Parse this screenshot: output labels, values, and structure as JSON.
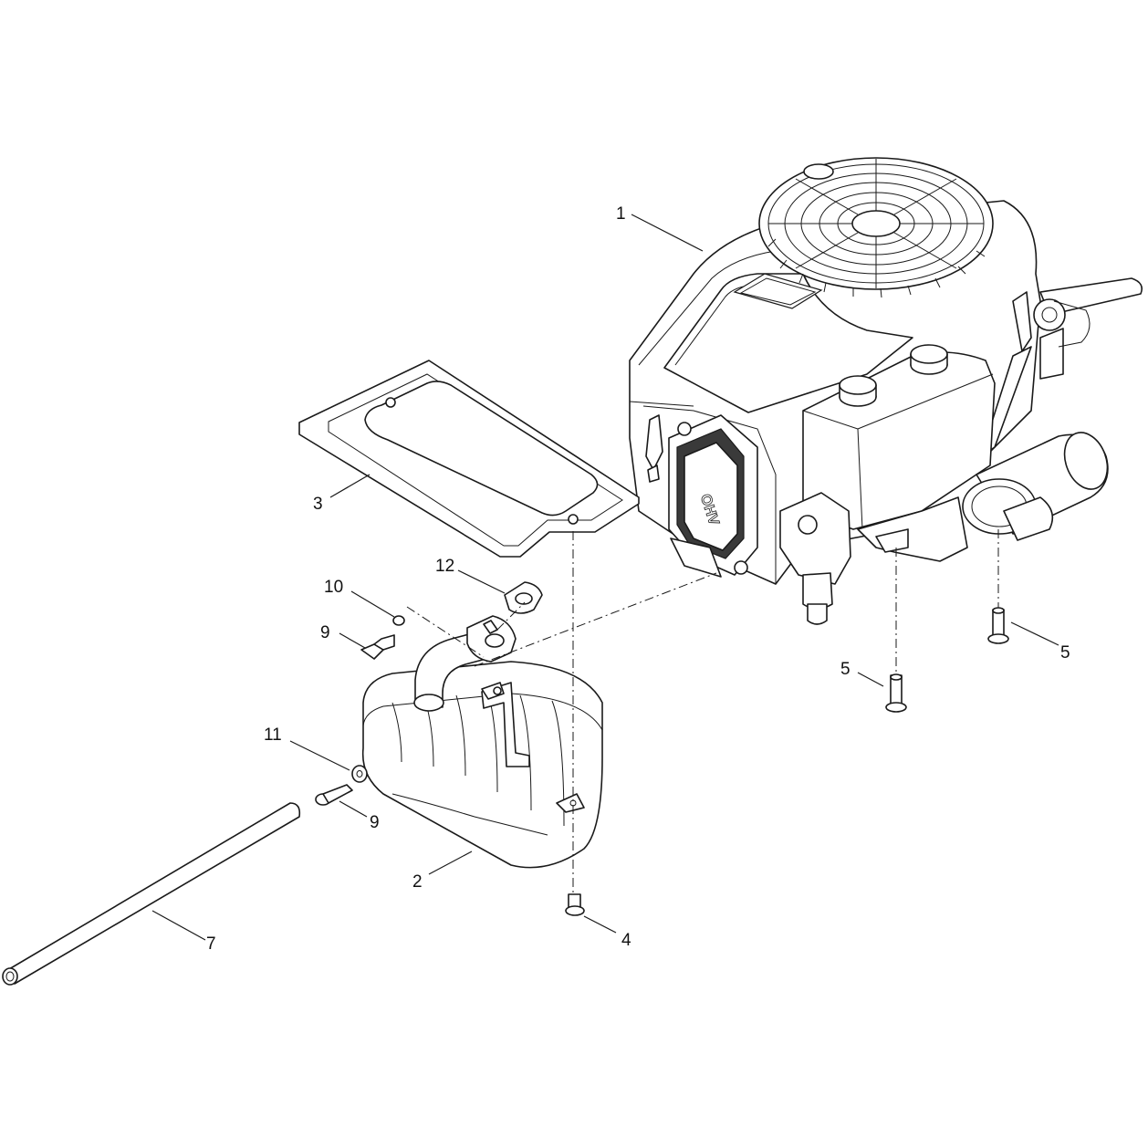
{
  "diagram": {
    "emboss_text": "OHV",
    "callouts": [
      {
        "id": "c1",
        "label": "1",
        "part": "engine"
      },
      {
        "id": "c2",
        "label": "2",
        "part": "muffler"
      },
      {
        "id": "c3",
        "label": "3",
        "part": "heat-shield"
      },
      {
        "id": "c4",
        "label": "4",
        "part": "shield-bolt"
      },
      {
        "id": "c5a",
        "label": "5",
        "part": "engine-mount-bolt-front"
      },
      {
        "id": "c5b",
        "label": "5",
        "part": "engine-mount-bolt-rear"
      },
      {
        "id": "c7",
        "label": "7",
        "part": "tube"
      },
      {
        "id": "c9a",
        "label": "9",
        "part": "exhaust-flange-screw"
      },
      {
        "id": "c9b",
        "label": "9",
        "part": "muffler-side-screw"
      },
      {
        "id": "c10",
        "label": "10",
        "part": "lock-washer"
      },
      {
        "id": "c11",
        "label": "11",
        "part": "washer"
      },
      {
        "id": "c12",
        "label": "12",
        "part": "exhaust-gasket"
      }
    ]
  }
}
